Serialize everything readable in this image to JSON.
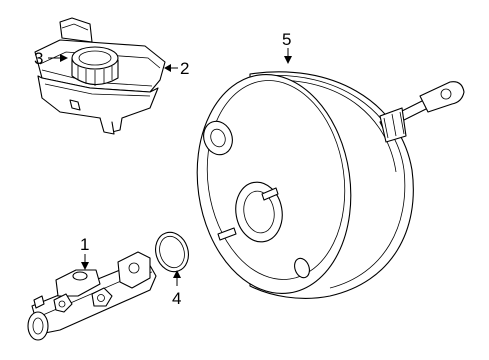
{
  "callouts": [
    {
      "id": "1",
      "label": "1",
      "part": "master-cylinder"
    },
    {
      "id": "2",
      "label": "2",
      "part": "reservoir"
    },
    {
      "id": "3",
      "label": "3",
      "part": "reservoir-cap"
    },
    {
      "id": "4",
      "label": "4",
      "part": "o-ring-seal"
    },
    {
      "id": "5",
      "label": "5",
      "part": "brake-booster"
    }
  ]
}
